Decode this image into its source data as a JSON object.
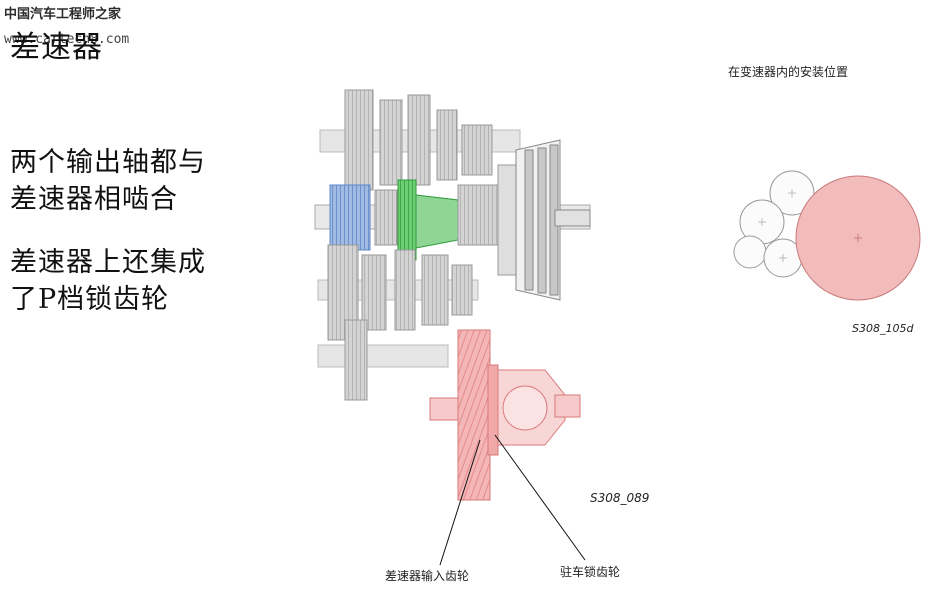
{
  "watermark": {
    "line1": "中国汽车工程师之家",
    "line2": "www.cartech8.com"
  },
  "title": "差速器",
  "bullets": [
    {
      "line1": "两个输出轴都与",
      "line2": "差速器相啮合"
    },
    {
      "line1": "差速器上还集成",
      "line2": "了P档锁齿轮"
    }
  ],
  "main_figure": {
    "figure_id": "S308_089",
    "callouts": [
      "差速器输入齿轮",
      "驻车锁齿轮"
    ]
  },
  "inset_figure": {
    "caption": "在变速器内的安装位置",
    "figure_id": "S308_105d"
  },
  "colors": {
    "differential_gear": "#f3b8b8",
    "differential_outline": "#d97a7a",
    "blue_gear": "#8fb0dd",
    "green_gear": "#4fbf5a",
    "grey_gear": "#cfcfcf",
    "inset_large": "#f2bcbc"
  }
}
